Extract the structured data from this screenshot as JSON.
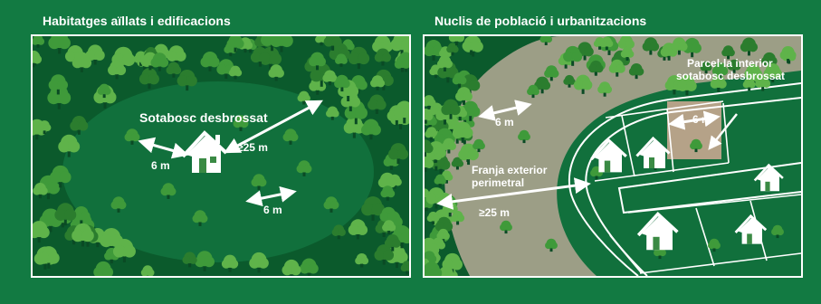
{
  "colors": {
    "background": "#127a42",
    "forest_dark": "#0b5a2c",
    "tree_light": "#5fb34a",
    "tree_mid": "#3f9a3a",
    "tree_dark": "#2b7d2e",
    "clearing": "#11703c",
    "perimeter_strip": "#9c9e86",
    "interior_plot": "#b5a288",
    "white": "#ffffff"
  },
  "left_panel": {
    "title": "Habitatges aïllats i edificacions",
    "label_cleared": "Sotabosc desbrossat",
    "label_25m": "≥25 m",
    "label_6m_a": "6 m",
    "label_6m_b": "6 m"
  },
  "right_panel": {
    "title": "Nuclis de població i urbanitzacions",
    "label_interior_line1": "Parcel·la interior",
    "label_interior_line2": "sotabosc desbrossat",
    "label_6m_a": "6 m",
    "label_6m_b": "6 m",
    "label_strip_line1": "Franja exterior",
    "label_strip_line2": "perimetral",
    "label_25m": "≥25 m"
  },
  "icons": {
    "house": "house-icon",
    "tree": "tree-icon",
    "arrow": "double-arrow-icon"
  }
}
